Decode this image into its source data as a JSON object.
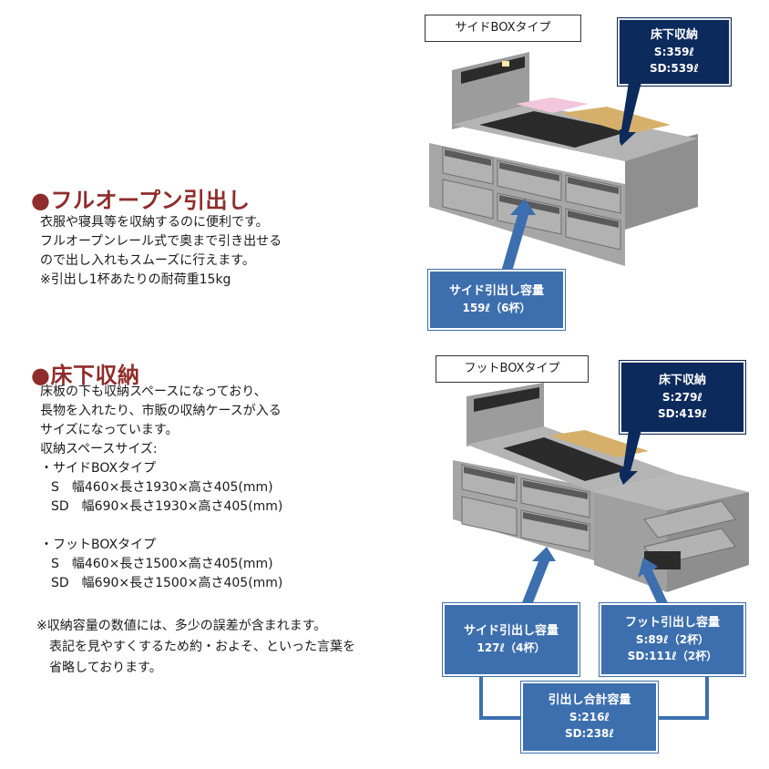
{
  "colors": {
    "heading": "#8e2d2b",
    "box_dark": "#0d2a5c",
    "box_mid": "#3d6fae",
    "bed_body": "#a6a6a6",
    "bed_top": "#2b2b2b"
  },
  "section1": {
    "heading": "●フルオープン引出し",
    "lines": [
      "衣服や寝具等を収納するのに便利です。",
      "フルオープンレール式で奥まで引き出せる",
      "ので出し入れもスムーズに行えます。",
      "※引出し1杯あたりの耐荷重15kg"
    ]
  },
  "section2": {
    "heading": "●床下収納",
    "lines": [
      "床板の下も収納スペースになっており、",
      "長物を入れたり、市販の収納ケースが入る",
      "サイズになっています。",
      "収納スペースサイズ:",
      "・サイドBOXタイプ",
      "S　幅460×長さ1930×高さ405(mm)",
      "SD　幅690×長さ1930×高さ405(mm)",
      "",
      "・フットBOXタイプ",
      "S　幅460×長さ1500×高さ405(mm)",
      "SD　幅690×長さ1500×高さ405(mm)"
    ]
  },
  "note": {
    "lines": [
      "※収納容量の数値には、多少の誤差が含まれます。",
      "　表記を見やすくするため約・およそ、といった言葉を",
      "　省略しております。"
    ]
  },
  "side_box": {
    "type_label": "サイドBOXタイプ",
    "floor_storage": {
      "title": "床下収納",
      "s": "S:359ℓ",
      "sd": "SD:539ℓ"
    },
    "side_drawer": {
      "title": "サイド引出し容量",
      "value": "159ℓ（6杯）"
    }
  },
  "foot_box": {
    "type_label": "フットBOXタイプ",
    "floor_storage": {
      "title": "床下収納",
      "s": "S:279ℓ",
      "sd": "SD:419ℓ"
    },
    "side_drawer": {
      "title": "サイド引出し容量",
      "value": "127ℓ（4杯）"
    },
    "foot_drawer": {
      "title": "フット引出し容量",
      "s": "S:89ℓ（2杯）",
      "sd": "SD:111ℓ（2杯）"
    },
    "total_drawer": {
      "title": "引出し合計容量",
      "s": "S:216ℓ",
      "sd": "SD:238ℓ"
    }
  }
}
